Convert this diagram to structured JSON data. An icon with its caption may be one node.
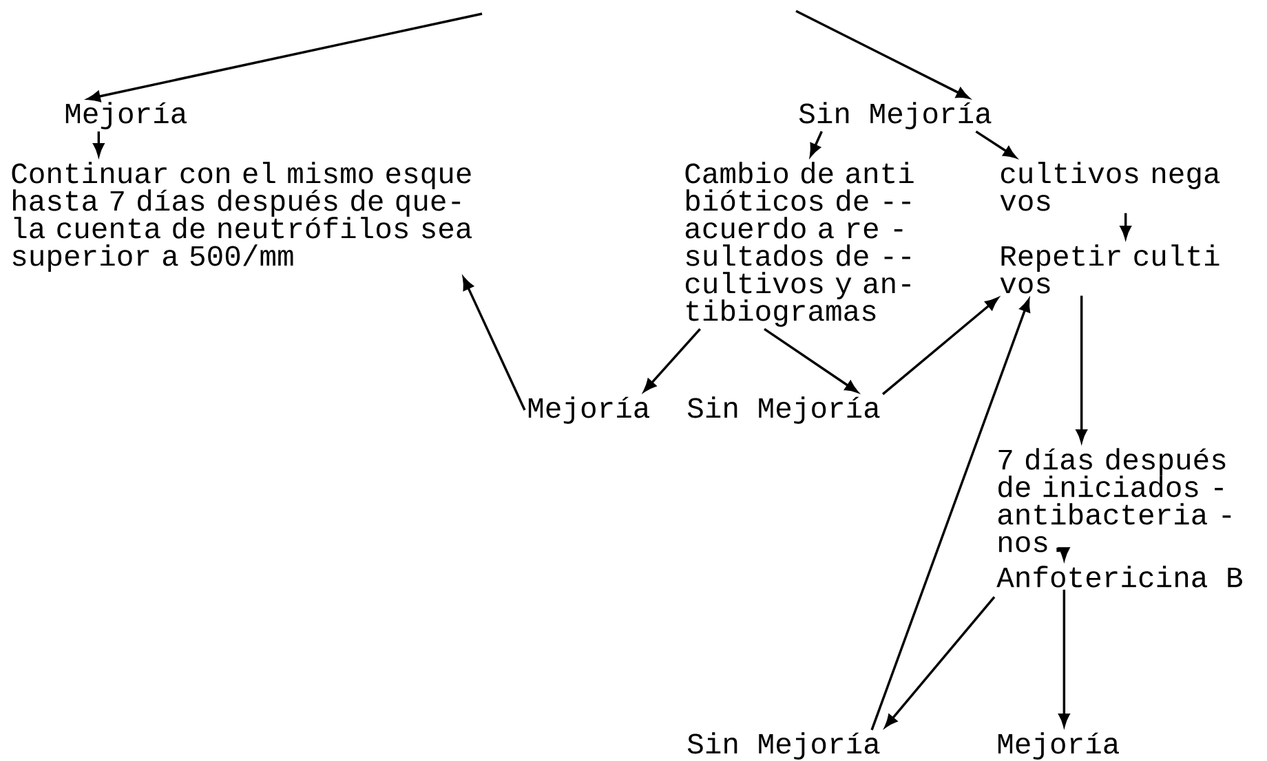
{
  "diagram": {
    "nodes": [
      {
        "text": [
          "Mejoría"
        ]
      },
      {
        "text": [
          "Continuar con el mismo esque hasta 7 días después de que- la cuenta de neutrófilos sea superior a 500/mm"
        ]
      },
      {
        "text": [
          "Sin Mejoría"
        ]
      },
      {
        "text": [
          "Cambio de anti bióticos de -- acuerdo a re - sultados de -- cultivos y an- tibiogramas"
        ]
      },
      {
        "text": [
          "cultivos nega vos"
        ]
      },
      {
        "text": [
          "Repetir culti vos"
        ]
      },
      {
        "text": [
          "Mejoría"
        ]
      },
      {
        "text": [
          "Sin Mejoría"
        ]
      },
      {
        "text": [
          "7 días después de iniciados - antibacteria - nos."
        ]
      },
      {
        "text": [
          "Anfotericina B"
        ]
      },
      {
        "text": [
          "Sin Mejoría"
        ]
      },
      {
        "text": [
          "Mejoría"
        ]
      }
    ],
    "edges": [
      {
        "from": null,
        "to": 0,
        "arrow": "to"
      },
      {
        "from": 0,
        "to": 1,
        "arrow": "to"
      },
      {
        "from": null,
        "to": 2,
        "arrow": "to"
      },
      {
        "from": 2,
        "to": 3,
        "arrow": "to"
      },
      {
        "from": 2,
        "to": 4,
        "arrow": "to"
      },
      {
        "from": 4,
        "to": 5,
        "arrow": "to"
      },
      {
        "from": 3,
        "to": 6,
        "arrow": "to"
      },
      {
        "from": 3,
        "to": 7,
        "arrow": "to"
      },
      {
        "from": 6,
        "to": 1,
        "arrow": "to"
      },
      {
        "from": 7,
        "to": 5,
        "arrow": "to"
      },
      {
        "from": 10,
        "to": 5,
        "arrow": "to"
      },
      {
        "from": 5,
        "to": 8,
        "arrow": "to"
      },
      {
        "from": 8,
        "to": 9,
        "arrow": "to"
      },
      {
        "from": 9,
        "to": 10,
        "arrow": "to"
      },
      {
        "from": 9,
        "to": 11,
        "arrow": "to"
      }
    ]
  }
}
